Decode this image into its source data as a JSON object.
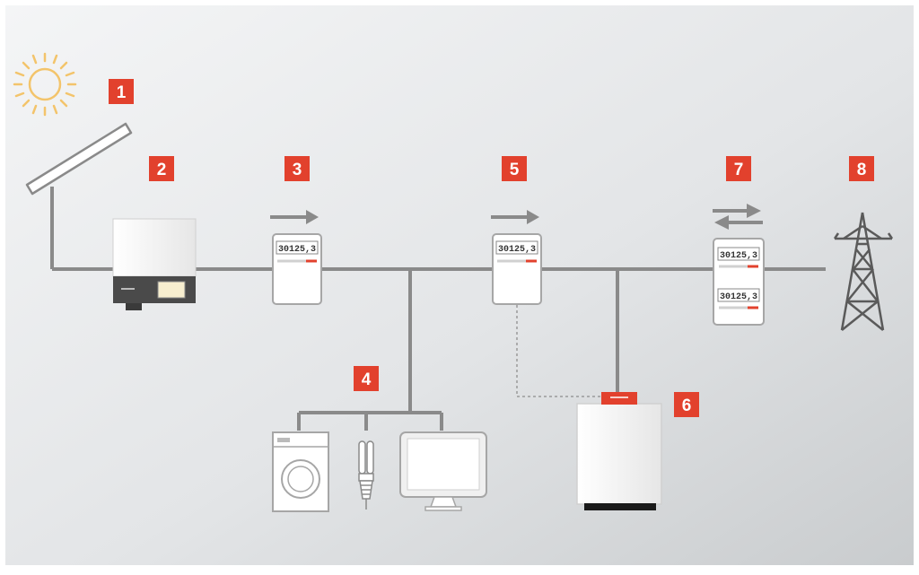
{
  "labels": {
    "n1": "1",
    "n2": "2",
    "n3": "3",
    "n4": "4",
    "n5": "5",
    "n6": "6",
    "n7": "7",
    "n8": "8"
  },
  "meter_reading": "30125,3",
  "colors": {
    "badge": "#e2412d",
    "line": "#8a8a8a",
    "background_light": "#eef0f2",
    "background_dark": "#c7cacd",
    "sun": "#f3c46b"
  },
  "icons": [
    "sun-icon",
    "solar-panel-icon",
    "inverter-icon",
    "meter-icon",
    "washing-machine-icon",
    "light-bulb-icon",
    "monitor-icon",
    "storage-unit-icon",
    "bidirectional-meter-icon",
    "power-pylon-icon"
  ]
}
